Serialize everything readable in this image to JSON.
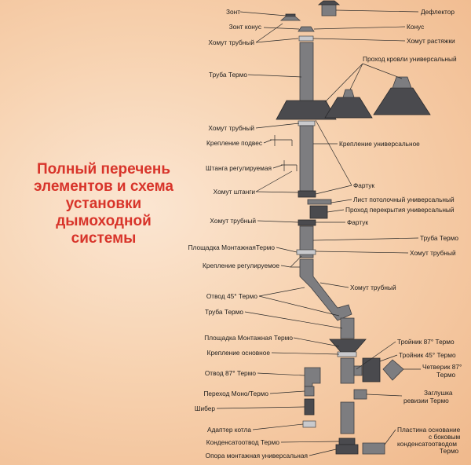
{
  "title": {
    "lines": [
      "Полный перечень",
      "элементов и схема",
      "установки",
      "дымоходной",
      "системы"
    ]
  },
  "labels_left": [
    "Зонт",
    "Зонт конус",
    "Хомут трубный",
    "Труба Термо",
    "Хомут трубный",
    "Крепление подвес",
    "Штанга регулируемая",
    "Хомут штанги",
    "Хомут трубный",
    "Площадка МонтажнаяТермо",
    "Крепление регулируемое",
    "Отвод 45° Термо",
    "Труба Термо",
    "Площадка Монтажная Термо",
    "Крепление основное",
    "Отвод 87° Термо",
    "Переход Моно/Термо",
    "Шибер",
    "Адаптер котла",
    "Конденсатоотвод Термо",
    "Опора монтажная универсальная"
  ],
  "labels_right": [
    "Дефлектор",
    "Конус",
    "Хомут растяжки",
    "Проход кровли универсальный",
    "Крепление универсальное",
    "Фартук",
    "Лист потолочный универсальный",
    "Проход перекрытия универсальный",
    "Фартук",
    "Труба Термо",
    "Хомут трубный",
    "Хомут трубный",
    "Тройник 87° Термо",
    "Тройник 45° Термо",
    "Четверик 87°",
    "Термо",
    "Заглушка",
    "ревизии Термо",
    "Пластина основание",
    "с боковым",
    "конденсатоотводом",
    "Термо"
  ]
}
